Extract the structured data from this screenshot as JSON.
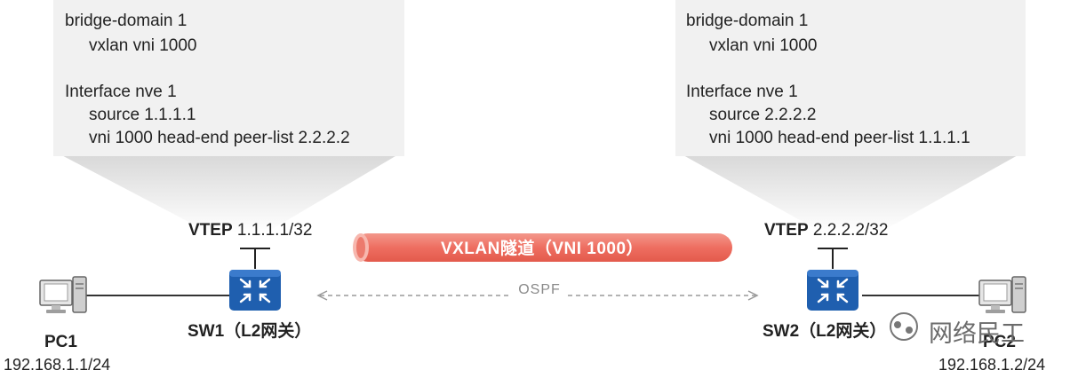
{
  "left_config": {
    "lines": [
      "bridge-domain 1",
      "vxlan vni 1000",
      "Interface nve 1",
      "source 1.1.1.1",
      "vni 1000 head-end peer-list 2.2.2.2"
    ]
  },
  "right_config": {
    "lines": [
      "bridge-domain 1",
      "vxlan vni 1000",
      "Interface nve 1",
      "source 2.2.2.2",
      "vni 1000 head-end peer-list 1.1.1.1"
    ]
  },
  "left_vtep": {
    "prefix": "VTEP",
    "address": "1.1.1.1/32"
  },
  "right_vtep": {
    "prefix": "VTEP",
    "address": "2.2.2.2/32"
  },
  "tunnel": {
    "label": "VXLAN隧道（VNI 1000）"
  },
  "ospf": {
    "label": "OSPF"
  },
  "sw1": {
    "label": "SW1（L2网关）"
  },
  "sw2": {
    "label": "SW2（L2网关）"
  },
  "pc1": {
    "name": "PC1",
    "ip": "192.168.1.1/24"
  },
  "pc2": {
    "name": "PC2",
    "ip": "192.168.1.2/24"
  },
  "watermark": {
    "text": "网络民工"
  },
  "colors": {
    "tunnel": "#ee6e61",
    "switch": "#1f5faf",
    "config_bg": "#f1f1f1"
  }
}
